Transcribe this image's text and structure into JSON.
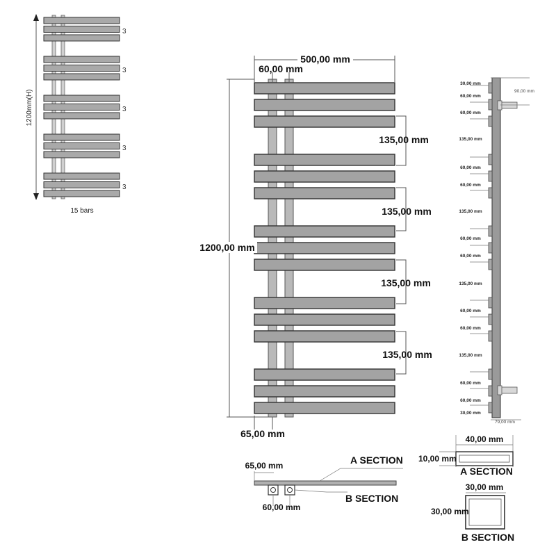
{
  "thumbnail": {
    "height_label": "1200mm(H)",
    "bars_label": "15 bars",
    "group_counts": [
      "3",
      "3",
      "3",
      "3",
      "3"
    ]
  },
  "front_view": {
    "width_label": "500,00 mm",
    "pipe_spacing_label": "60,00 mm",
    "height_label": "1200,00 mm",
    "bottom_offset_label": "65,00 mm",
    "gap_labels": [
      "135,00 mm",
      "135,00 mm",
      "135,00 mm",
      "135,00 mm"
    ]
  },
  "side_view": {
    "spacing_labels": [
      "30,00 mm",
      "60,00 mm",
      "60,00 mm",
      "135,00 mm",
      "60,00 mm",
      "60,00 mm",
      "135,00 mm",
      "60,00 mm",
      "60,00 mm",
      "135,00 mm",
      "60,00 mm",
      "60,00 mm",
      "135,00 mm",
      "60,00 mm",
      "60,00 mm",
      "30,00 mm"
    ],
    "top_depth_label": "90,00 mm",
    "bottom_depth_label": "79,00 mm"
  },
  "plan_view": {
    "offset_label": "65,00 mm",
    "pipe_label": "60,00 mm",
    "a_section_pointer": "A SECTION",
    "b_section_pointer": "B SECTION"
  },
  "a_section": {
    "width_label": "40,00 mm",
    "height_label": "10,00 mm",
    "title": "A SECTION"
  },
  "b_section": {
    "width_label": "30,00 mm",
    "height_label": "30,00 mm",
    "title": "B SECTION"
  }
}
